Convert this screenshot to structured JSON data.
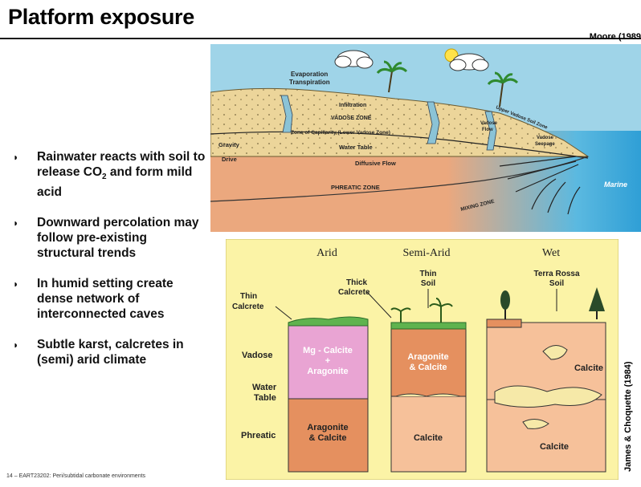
{
  "slide": {
    "title": "Platform exposure",
    "credit_top": "Moore (1989",
    "credit_side": "James & Choquette (1984)",
    "footer": "14 – EART23202: Peri/subtidal carbonate environments",
    "bullets": [
      {
        "pre": "Rainwater reacts with soil to release CO",
        "sub": "2",
        "post": " and form mild acid"
      },
      {
        "pre": "Downward percolation may follow pre-existing structural trends",
        "sub": "",
        "post": ""
      },
      {
        "pre": "In humid setting create dense network of interconnected caves",
        "sub": "",
        "post": ""
      },
      {
        "pre": "Subtle karst, calcretes in (semi) arid climate",
        "sub": "",
        "post": ""
      }
    ]
  },
  "diagram_top": {
    "evaporation": "Evaporation",
    "transpiration": "Transpiration",
    "infiltration": "Infiltration",
    "vadose_zone": "VADOSE ZONE",
    "capillarity": "Zone of Capillarity  (Lower Vadose Zone)",
    "water_table": "Water Table",
    "gravity": "Gravity",
    "drive": "Drive",
    "diffusive_flow": "Diffusive Flow",
    "phreatic_zone": "PHREATIC ZONE",
    "mixing_zone": "MIXING ZONE",
    "marine": "Marine",
    "upper_vadose": "Upper Vadose Soil Zone",
    "vadose_flow_1": "Vadose",
    "vadose_flow_2": "Flow",
    "vadose_seepage_1": "Vadose",
    "vadose_seepage_2": "Seepage"
  },
  "diagram_bottom": {
    "header_arid": "Arid",
    "header_semiarid": "Semi-Arid",
    "header_wet": "Wet",
    "thin_calcrete_1": "Thin",
    "thin_calcrete_2": "Calcrete",
    "thick_calcrete_1": "Thick",
    "thick_calcrete_2": "Calcrete",
    "thin_soil_1": "Thin",
    "thin_soil_2": "Soil",
    "terra_rossa_1": "Terra Rossa",
    "terra_rossa_2": "Soil",
    "vadose": "Vadose",
    "water_table_1": "Water",
    "water_table_2": "Table",
    "phreatic": "Phreatic",
    "arid_top_1": "Mg - Calcite",
    "arid_top_2": "+",
    "arid_top_3": "Aragonite",
    "arid_bottom_1": "Aragonite",
    "arid_bottom_2": "& Calcite",
    "semi_top_1": "Aragonite",
    "semi_top_2": "& Calcite",
    "semi_bottom": "Calcite",
    "wet_top": "Calcite",
    "wet_bottom": "Calcite"
  },
  "colors": {
    "sky": "#9fd4e8",
    "sand": "#ecd59a",
    "phreatic": "#eba87e",
    "marine": "#33a6da",
    "panel_bg": "#fbf3a6",
    "pink": "#e9a4d3",
    "orange": "#e5905f",
    "peach": "#f6c19a",
    "green": "#5fb34e"
  }
}
